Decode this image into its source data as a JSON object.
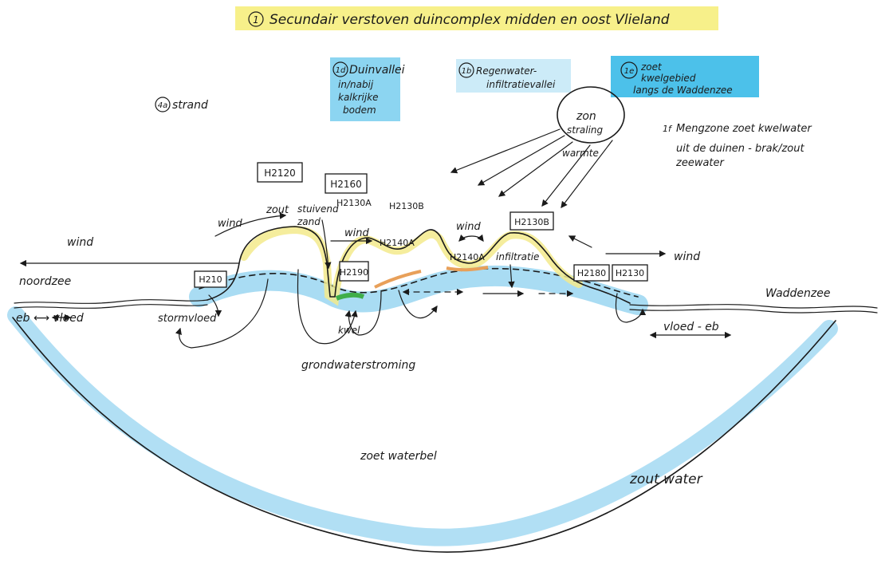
{
  "title": "Secundair verstoven duincomplex midden en oost Vlieland",
  "title_number": "1",
  "legend": {
    "strand": {
      "number": "4a",
      "label": "strand"
    },
    "duinvallei": {
      "number": "1d",
      "line1": "Duinvallei",
      "line2": "in/nabij",
      "line3": "kalkrijke",
      "line4": "bodem"
    },
    "regenwater": {
      "number": "1b",
      "line1": "Regenwater-",
      "line2": "infiltratievallei"
    },
    "kwelgebied": {
      "number": "1e",
      "line1": "zoet",
      "line2": "kwelgebied",
      "line3": "langs de Waddenzee"
    },
    "mengzone": {
      "number": "1f",
      "line1": "Mengzone zoet kwelwater",
      "line2": "uit de duinen - brak/zout",
      "line3": "zeewater"
    }
  },
  "sun": {
    "label": "zon",
    "straling": "straling",
    "warmte": "warmte"
  },
  "habitat_codes": {
    "h2120": "H2120",
    "h2160": "H2160",
    "h2130a_left": "H2130A",
    "h2130b_left": "H2130B",
    "h2140a_top": "H2140A",
    "h2190": "H2190",
    "h2140a_valley": "H2140A",
    "h2130b_right": "H2130B",
    "h2210": "H210",
    "h2180": "H2180",
    "h2130_right": "H2130"
  },
  "labels": {
    "wind_left": "wind",
    "noordzee": "noordzee",
    "eb_vloed": "eb ⟷ vloed",
    "stormvloed": "stormvloed",
    "zout_wind": "zout",
    "zout_wind2": "wind",
    "stuivend": "stuivend",
    "zand": "zand",
    "wind_mid": "wind",
    "kwel": "kwel",
    "wind_valley": "wind",
    "infiltratie": "infiltratie",
    "wind_right": "wind",
    "waddenzee": "Waddenzee",
    "vloed_eb": "vloed - eb",
    "grondwaterstroming": "grondwaterstroming",
    "zoet_waterbel": "zoet waterbel",
    "zout_water": "zout water"
  },
  "colors": {
    "highlight_yellow": "#f7f08a",
    "highlight_blue": "#7fd0ef",
    "water_blue": "#a9dcf3",
    "sand_yellow": "#f3ea8c",
    "peat_orange": "#e8a05a",
    "kwel_green": "#3fae4a",
    "ink": "#1a1a1a"
  }
}
